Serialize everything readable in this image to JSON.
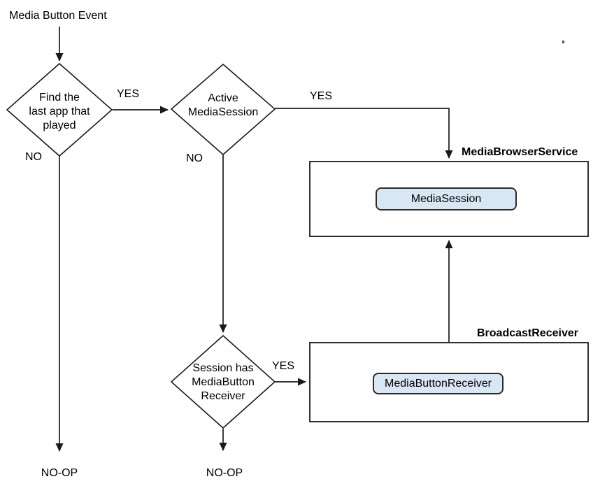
{
  "labels": {
    "start": "Media Button Event",
    "yes1": "YES",
    "yes2": "YES",
    "yes3": "YES",
    "no1": "NO",
    "no2": "NO",
    "noop1": "NO-OP",
    "noop2": "NO-OP"
  },
  "nodes": {
    "decision_find_last_app": "Find the\nlast app that\nplayed",
    "decision_active_mediasession": "Active\nMediaSession",
    "decision_session_has_receiver": "Session has\nMediaButton\nReceiver",
    "mediabrowserservice_label": "MediaBrowserService",
    "mediasession": "MediaSession",
    "broadcastreceiver_label": "BroadcastReceiver",
    "mediabuttonreceiver": "MediaButtonReceiver"
  },
  "colors": {
    "node_fill": "#d9e7f5",
    "stroke": "#1a1a1a",
    "background": "#ffffff",
    "text": "#000000"
  }
}
